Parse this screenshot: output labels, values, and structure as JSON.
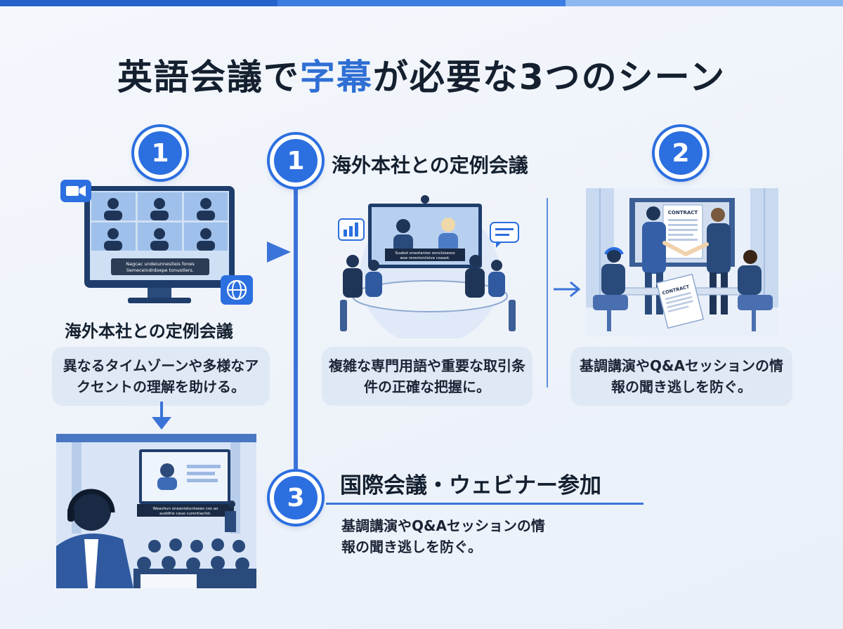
{
  "title": {
    "part1": "英語会議で",
    "highlight": "字幕",
    "part2": "が必要な3つのシーン"
  },
  "colors": {
    "accent": "#2c6fe0",
    "bar_dark": "#2563c9",
    "bar_mid": "#3b7de0",
    "bar_light": "#8db8f0",
    "pill_bg": "#dfe8f5"
  },
  "scenes": [
    {
      "number": "1",
      "label": "海外本社との定例会議",
      "description": "異なるタイムゾーンや多様なアクセントの理解を助ける。",
      "icons": [
        "video-camera-icon",
        "globe-icon"
      ],
      "caption_text": "Nagcac undeiunnesiteis fones liemeceindrdoepe tonuotlers."
    },
    {
      "number": "1",
      "label": "海外本社との定例会議",
      "description": "複雑な専門用語や重要な取引条件の正確な把握に。",
      "icons": [
        "bar-chart-icon",
        "chat-bubble-icon"
      ],
      "caption_text": "Suabst enestanies oonclosesss wse rerectoniisive coaast."
    },
    {
      "number": "2",
      "label": "",
      "description": "基調講演やQ&Aセッションの情報の聞き逃しを防ぐ。",
      "icons": [
        "contract-icon"
      ],
      "contract_text": "CONTRACT",
      "contract_text_2": "CONTRACT"
    },
    {
      "number": "3",
      "label": "国際会議・ウェビナー参加",
      "description": "基調講演やQ&Aセッションの情報の聞き逃しを防ぐ。",
      "caption_text": "Weavhun oneaniatuntaees cos ao auddhis caue curentiacilst."
    }
  ]
}
